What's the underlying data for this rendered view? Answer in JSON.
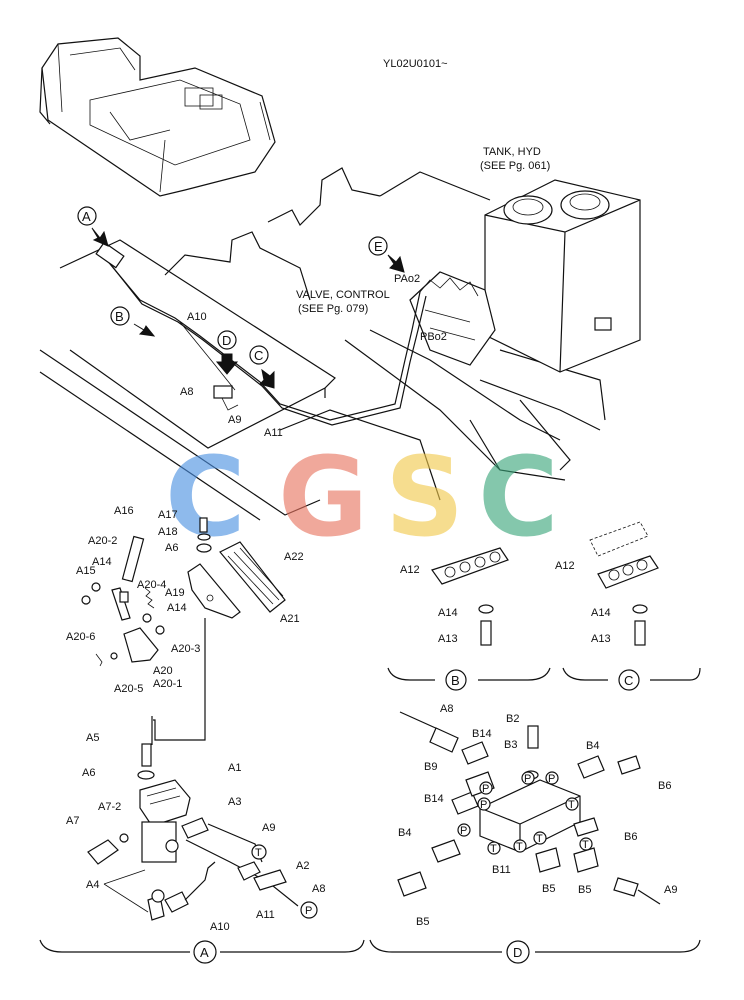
{
  "header": {
    "doc_code": "YL02U0101~"
  },
  "refs": {
    "tank": [
      "TANK, HYD",
      "(SEE Pg. 061)"
    ],
    "valve": [
      "VALVE, CONTROL",
      "(SEE Pg. 079)"
    ]
  },
  "callouts": {
    "A": "A",
    "B": "B",
    "C": "C",
    "D": "D",
    "E": "E"
  },
  "ports": {
    "pa": "PAo2",
    "pb": "PBo2",
    "p": "P",
    "t": "T"
  },
  "watermark": {
    "letters": [
      "C",
      "G",
      "S",
      "C"
    ],
    "colors": [
      "#4a90e2",
      "#e8735f",
      "#f2c94c",
      "#3aa57a"
    ]
  },
  "labels": {
    "A1": "A1",
    "A2": "A2",
    "A3": "A3",
    "A4": "A4",
    "A5": "A5",
    "A6": "A6",
    "A7": "A7",
    "A7_2": "A7-2",
    "A8": "A8",
    "A9": "A9",
    "A10": "A10",
    "A11": "A11",
    "A12": "A12",
    "A13": "A13",
    "A14": "A14",
    "A15": "A15",
    "A16": "A16",
    "A17": "A17",
    "A18": "A18",
    "A19": "A19",
    "A20": "A20",
    "A20_1": "A20-1",
    "A20_2": "A20-2",
    "A20_3": "A20-3",
    "A20_4": "A20-4",
    "A20_5": "A20-5",
    "A20_6": "A20-6",
    "A21": "A21",
    "A22": "A22",
    "B2": "B2",
    "B3": "B3",
    "B4": "B4",
    "B5": "B5",
    "B6": "B6",
    "B9": "B9",
    "B11": "B11",
    "B14": "B14"
  }
}
